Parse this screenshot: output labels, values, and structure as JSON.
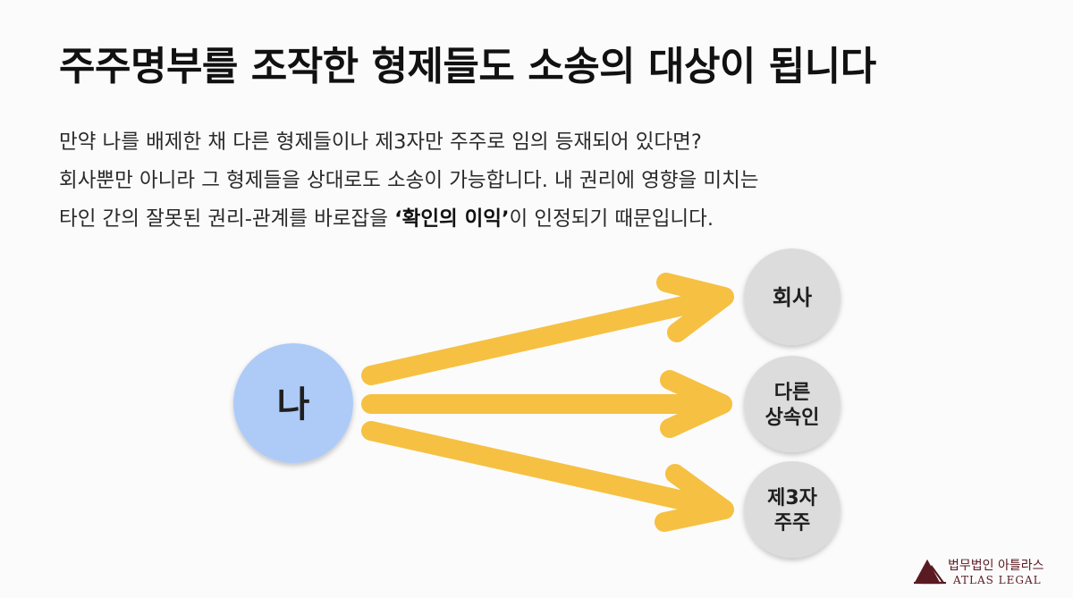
{
  "title": "주주명부를 조작한 형제들도 소송의 대상이 됩니다",
  "body": {
    "line1": "만약 나를 배제한 채 다른 형제들이나 제3자만 주주로 임의 등재되어 있다면?",
    "line2": "회사뿐만 아니라 그 형제들을 상대로도 소송이 가능합니다. 내 권리에 영향을 미치는",
    "line3_before": "타인 간의 잘못된 권리-관계를 바로잡을 ",
    "line3_emph": "‘확인의 이익’",
    "line3_after": "이 인정되기 때문입니다."
  },
  "diagram": {
    "source": {
      "label": "나",
      "color": "#aecbf7"
    },
    "targets": [
      {
        "lines": [
          "회사"
        ]
      },
      {
        "lines": [
          "다른",
          "상속인"
        ]
      },
      {
        "lines": [
          "제3자",
          "주주"
        ]
      }
    ],
    "arrow_color": "#f6c042",
    "target_color": "#dcdcdc"
  },
  "logo": {
    "korean": "법무법인 아틀라스",
    "english": "ATLAS LEGAL",
    "color": "#5a1a22"
  }
}
